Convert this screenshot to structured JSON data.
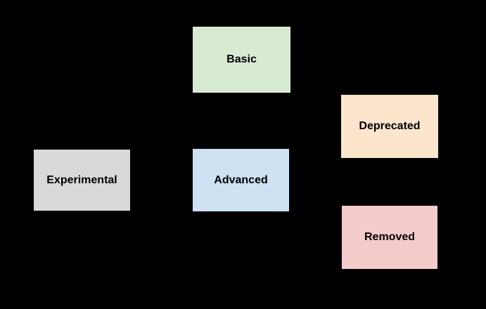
{
  "diagram": {
    "background_color": "#000000",
    "text_color": "#000000",
    "nodes": [
      {
        "id": "basic",
        "label": "Basic",
        "fill": "#d9ead3",
        "border_style": "solid",
        "border_color": "#000000"
      },
      {
        "id": "deprecated",
        "label": "Deprecated",
        "fill": "#fce5cd",
        "border_style": "solid",
        "border_color": "#000000"
      },
      {
        "id": "experimental",
        "label": "Experimental",
        "fill": "#d9d9d9",
        "border_style": "dashed",
        "border_color": "#000000"
      },
      {
        "id": "advanced",
        "label": "Advanced",
        "fill": "#cfe2f3",
        "border_style": "solid",
        "border_color": "#000000"
      },
      {
        "id": "removed",
        "label": "Removed",
        "fill": "#f4cccc",
        "border_style": "dashed",
        "border_color": "#000000"
      }
    ]
  }
}
